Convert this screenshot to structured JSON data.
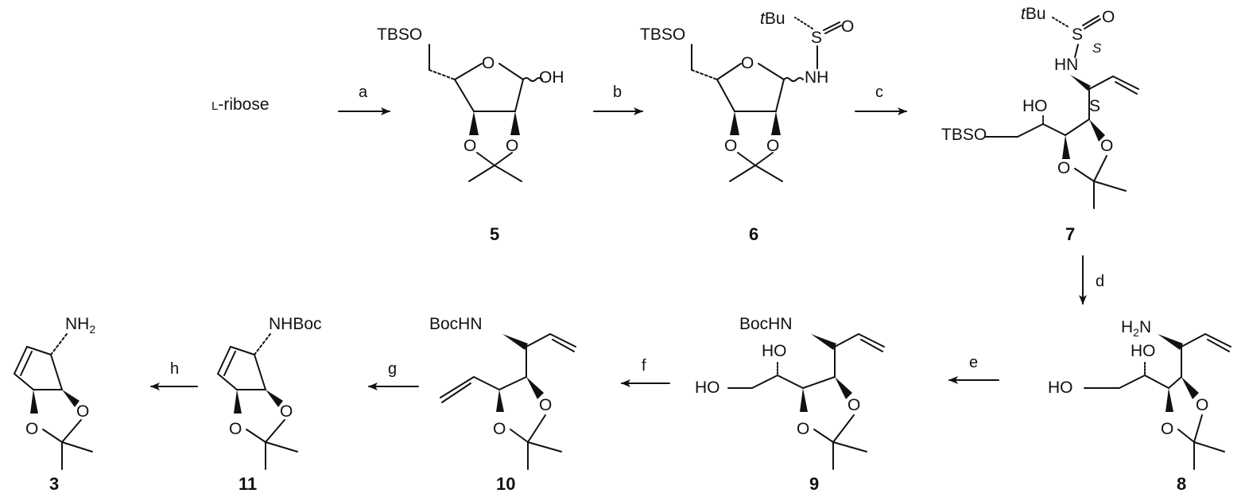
{
  "start_material": {
    "small_caps": "L",
    "rest": "-ribose"
  },
  "reagents": {
    "a": "a",
    "b": "b",
    "c": "c",
    "d": "d",
    "e": "e",
    "f": "f",
    "g": "g",
    "h": "h"
  },
  "compounds": {
    "c5": {
      "label": "5",
      "tbso": "TBSO",
      "o_ring": "O",
      "oh": "OH",
      "o1": "O",
      "o2": "O"
    },
    "c6": {
      "label": "6",
      "tbso": "TBSO",
      "o_ring": "O",
      "nh": "NH",
      "s": "S",
      "s_o": "O",
      "tbu_t": "t",
      "tbu_bu": "Bu",
      "o1": "O",
      "o2": "O"
    },
    "c7": {
      "label": "7",
      "tbso": "TBSO",
      "ho": "HO",
      "hn": "HN",
      "s": "S",
      "s_o": "O",
      "s_stereo": "S",
      "c_stereo": "S",
      "tbu_t": "t",
      "tbu_bu": "Bu",
      "o1": "O",
      "o2": "O"
    },
    "c8": {
      "label": "8",
      "h2n_h": "H",
      "h2n_2": "2",
      "h2n_n": "N",
      "ho": "HO",
      "ho2": "HO",
      "o1": "O",
      "o2": "O"
    },
    "c9": {
      "label": "9",
      "bochn": "BocHN",
      "ho": "HO",
      "ho2": "HO",
      "o1": "O",
      "o2": "O"
    },
    "c10": {
      "label": "10",
      "bochn": "BocHN",
      "o1": "O",
      "o2": "O"
    },
    "c11": {
      "label": "11",
      "nhboc": "NHBoc",
      "o1": "O",
      "o2": "O"
    },
    "c3": {
      "label": "3",
      "nh": "NH",
      "nh_2": "2",
      "o1": "O",
      "o2": "O"
    }
  }
}
